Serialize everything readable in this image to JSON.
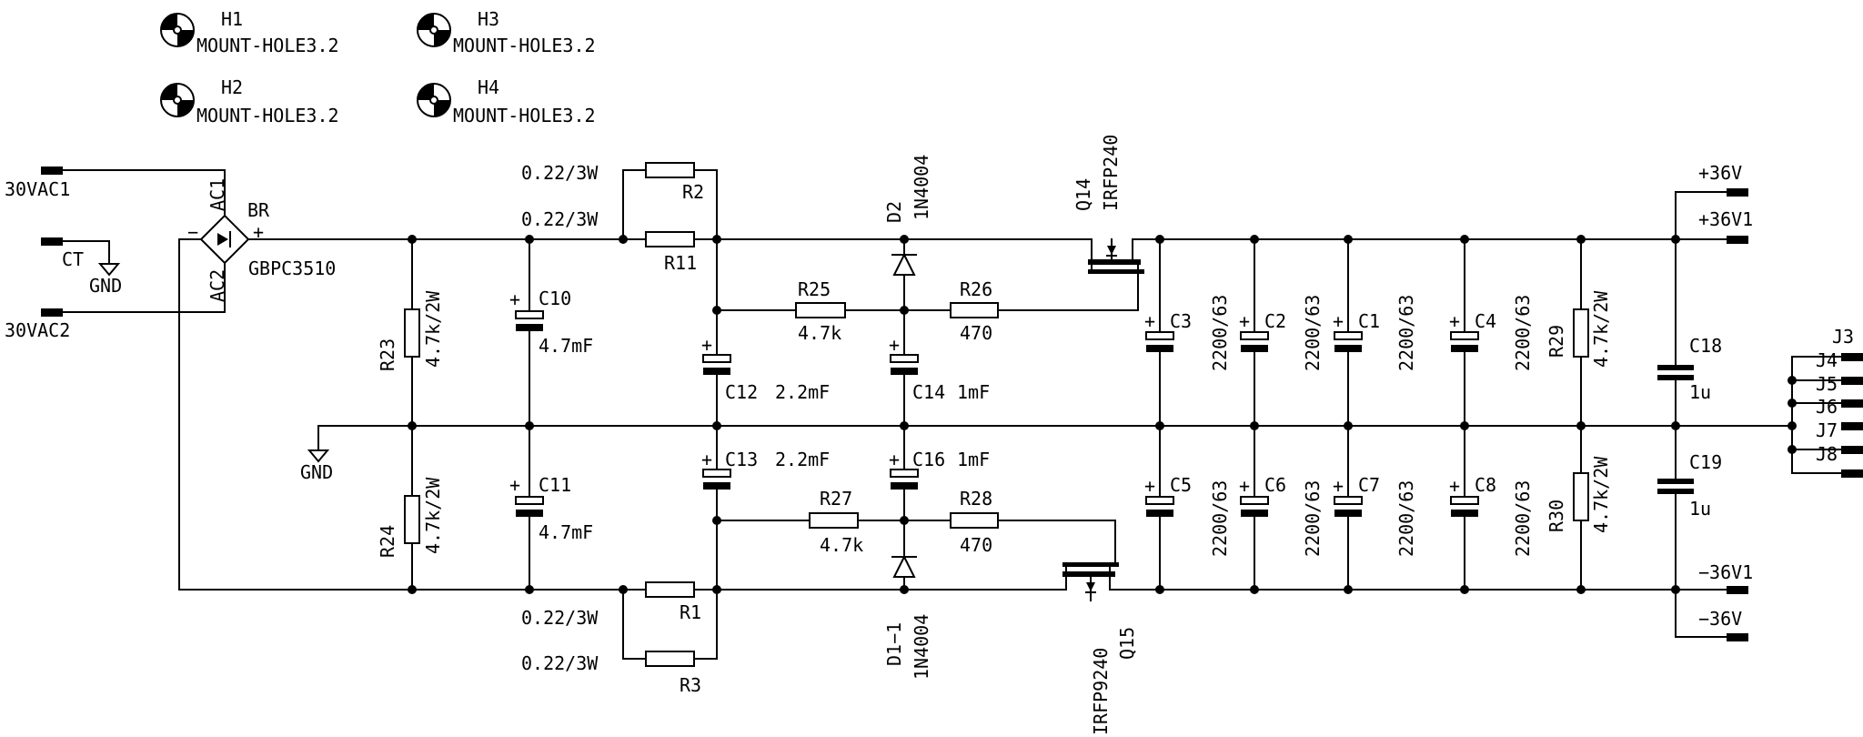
{
  "mount_holes": [
    {
      "ref": "H1",
      "value": "MOUNT-HOLE3.2"
    },
    {
      "ref": "H2",
      "value": "MOUNT-HOLE3.2"
    },
    {
      "ref": "H3",
      "value": "MOUNT-HOLE3.2"
    },
    {
      "ref": "H4",
      "value": "MOUNT-HOLE3.2"
    }
  ],
  "inputs": {
    "ac1": "30VAC1",
    "ct": "CT",
    "ac2": "30VAC2",
    "gnd": "GND"
  },
  "bridge": {
    "ref": "BR",
    "value": "GBPC3510",
    "pin_ac1": "AC1",
    "pin_ac2": "AC2",
    "pin_plus": "+",
    "pin_minus": "−"
  },
  "outputs": {
    "p36": "+36V",
    "p36v1": "+36V1",
    "n36v1": "−36V1",
    "n36": "−36V"
  },
  "connectors": [
    "J3",
    "J4",
    "J5",
    "J6",
    "J7",
    "J8"
  ],
  "resistors": {
    "R1": {
      "ref": "R1",
      "value": "0.22/3W"
    },
    "R2": {
      "ref": "R2",
      "value": "0.22/3W"
    },
    "R3": {
      "ref": "R3",
      "value": "0.22/3W"
    },
    "R11": {
      "ref": "R11",
      "value": "0.22/3W"
    },
    "R23": {
      "ref": "R23",
      "value": "4.7k/2W"
    },
    "R24": {
      "ref": "R24",
      "value": "4.7k/2W"
    },
    "R25": {
      "ref": "R25",
      "value": "4.7k"
    },
    "R26": {
      "ref": "R26",
      "value": "470"
    },
    "R27": {
      "ref": "R27",
      "value": "4.7k"
    },
    "R28": {
      "ref": "R28",
      "value": "470"
    },
    "R29": {
      "ref": "R29",
      "value": "4.7k/2W"
    },
    "R30": {
      "ref": "R30",
      "value": "4.7k/2W"
    }
  },
  "capacitors": {
    "C10": {
      "ref": "C10",
      "value": "4.7mF"
    },
    "C11": {
      "ref": "C11",
      "value": "4.7mF"
    },
    "C12": {
      "ref": "C12",
      "value": "2.2mF"
    },
    "C13": {
      "ref": "C13",
      "value": "2.2mF"
    },
    "C14": {
      "ref": "C14",
      "value": "1mF"
    },
    "C16": {
      "ref": "C16",
      "value": "1mF"
    },
    "C1": {
      "ref": "C1",
      "value": "2200/63"
    },
    "C2": {
      "ref": "C2",
      "value": "2200/63"
    },
    "C3": {
      "ref": "C3",
      "value": "2200/63"
    },
    "C4": {
      "ref": "C4",
      "value": "2200/63"
    },
    "C5": {
      "ref": "C5",
      "value": "2200/63"
    },
    "C6": {
      "ref": "C6",
      "value": "2200/63"
    },
    "C7": {
      "ref": "C7",
      "value": "2200/63"
    },
    "C8": {
      "ref": "C8",
      "value": "2200/63"
    },
    "C18": {
      "ref": "C18",
      "value": "1u"
    },
    "C19": {
      "ref": "C19",
      "value": "1u"
    }
  },
  "diodes": {
    "D2": {
      "ref": "D2",
      "value": "1N4004"
    },
    "D1": {
      "ref": "D1−1",
      "value": "1N4004"
    }
  },
  "mosfets": {
    "Q14": {
      "ref": "Q14",
      "value": "IRFP240"
    },
    "Q15": {
      "ref": "Q15",
      "value": "IRFP9240"
    }
  },
  "gnd_label": "GND",
  "plus_sign": "+"
}
